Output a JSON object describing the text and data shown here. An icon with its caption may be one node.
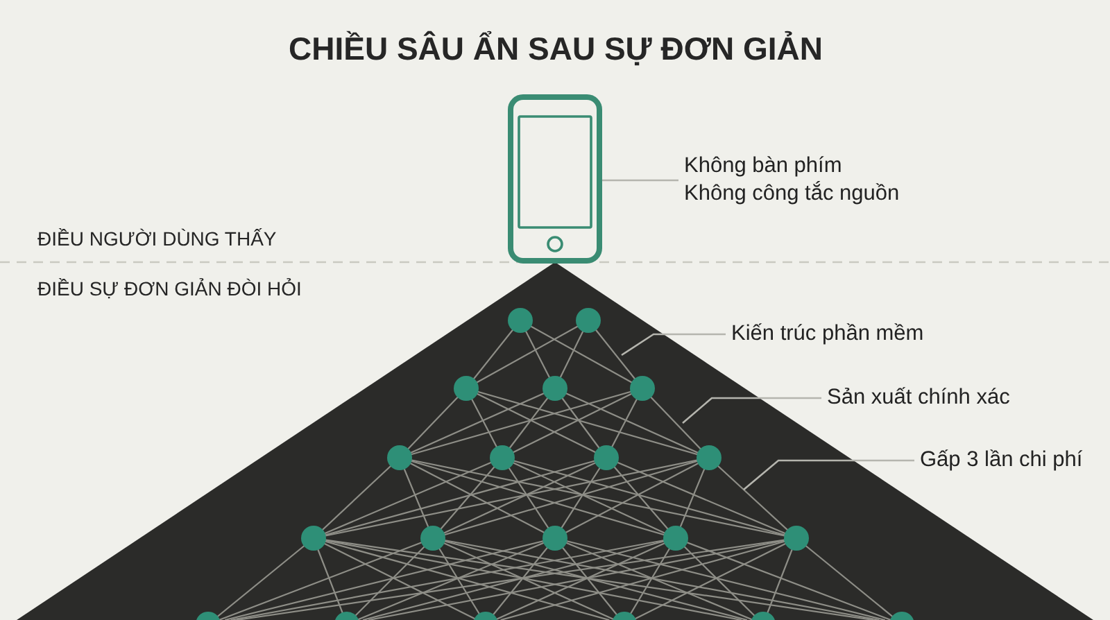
{
  "diagram": {
    "title": "CHIỀU SÂU ẨN SAU SỰ ĐƠN GIẢN",
    "nodes": [
      {
        "text": [],
        "shape": "picture"
      },
      {
        "text": [
          "Không bàn phím",
          "Không công tắc nguồn"
        ]
      },
      {
        "text": [
          "Kiến trúc phần mềm"
        ]
      },
      {
        "text": [
          "Sản xuất chính xác"
        ]
      },
      {
        "text": [
          "Gấp 3 lần chi phí"
        ]
      }
    ],
    "edges": [
      {
        "from": 1,
        "to": 0,
        "arrow": "none"
      },
      {
        "from": 2,
        "to": null,
        "arrow": "none"
      },
      {
        "from": 3,
        "to": null,
        "arrow": "none"
      },
      {
        "from": 4,
        "to": null,
        "arrow": "none"
      }
    ],
    "labels": [
      "ĐIỀU NGƯỜI DÙNG THẤY",
      "ĐIỀU SỰ ĐƠN GIẢN ĐÒI HỎI"
    ]
  }
}
